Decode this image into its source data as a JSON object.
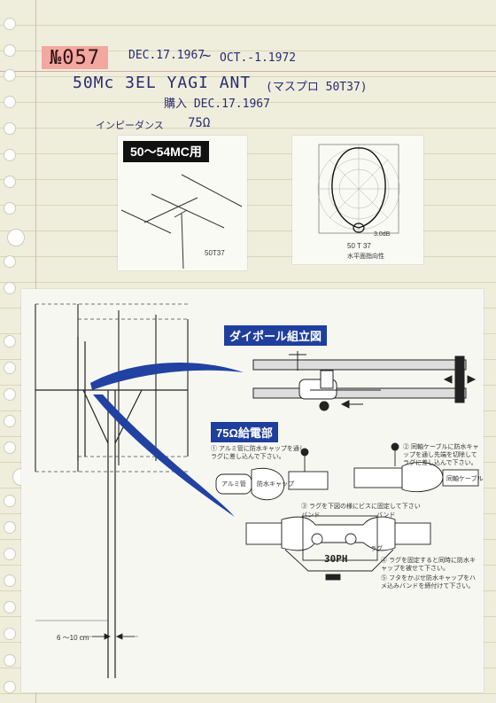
{
  "header": {
    "number": "№057",
    "date_range_start": "DEC.17.1967",
    "date_range_sep": "~",
    "date_range_end": "OCT.-1.1972",
    "title": "50Mc 3EL YAGI ANT",
    "title_note": "(マスプロ 50T37)",
    "purchase": "購入 DEC.17.1967",
    "impedance_label": "インピーダンス",
    "impedance_value": "75Ω"
  },
  "photo1": {
    "band_tag": "50～54MC用",
    "model": "50T37"
  },
  "photo2": {
    "model": "50 T 37",
    "caption": "水平面指向性",
    "r_label": "3.0dB"
  },
  "diagram": {
    "dipole_tag": "ダイポール組立図",
    "feed_tag": "75Ω給電部",
    "step1": "① アルミ管に防水キャップを通し ラグに差し込んで下さい。",
    "step2": "② 同軸ケーブルに防水キャップを通し先端を切除してラグに差し込んで下さい。",
    "step3": "③ ラグを下図の様にビスに固定して下さい",
    "step4": "④ ラグを固定すると同時に防水キャップを被せて下さい。",
    "step5": "⑤ フタをかぶせ防水キャップをハメ込みバンドを締付けて下さい。",
    "band_left": "バンド",
    "band_right": "バンド",
    "alum_pipe": "アルミ管",
    "coax_cable": "同軸ケーブル",
    "lug": "ラグ",
    "waterproof_cap": "防水キャップ",
    "handwritten_30ph": "30PH",
    "spacing": "6 ～10 cm"
  }
}
